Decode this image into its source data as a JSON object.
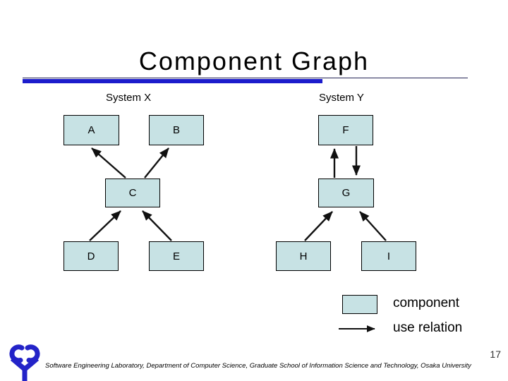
{
  "slide": {
    "title": "Component Graph",
    "page_number": "17",
    "footer": "Software Engineering Laboratory, Department of Computer Science, Graduate School of Information Science and Technology, Osaka University"
  },
  "colors": {
    "component_fill": "#c7e2e4",
    "accent_blue": "#1c1ccc",
    "rule_navy": "#222255",
    "arrow_color": "#111111",
    "logo_blue": "#2323c8"
  },
  "diagram": {
    "systems": [
      {
        "label": "System X"
      },
      {
        "label": "System Y"
      }
    ],
    "nodes": [
      {
        "id": "A",
        "label": "A",
        "system": "System X"
      },
      {
        "id": "B",
        "label": "B",
        "system": "System X"
      },
      {
        "id": "C",
        "label": "C",
        "system": "System X"
      },
      {
        "id": "D",
        "label": "D",
        "system": "System X"
      },
      {
        "id": "E",
        "label": "E",
        "system": "System X"
      },
      {
        "id": "F",
        "label": "F",
        "system": "System Y"
      },
      {
        "id": "G",
        "label": "G",
        "system": "System Y"
      },
      {
        "id": "H",
        "label": "H",
        "system": "System Y"
      },
      {
        "id": "I",
        "label": "I",
        "system": "System Y"
      }
    ],
    "edges": [
      {
        "from": "C",
        "to": "A"
      },
      {
        "from": "C",
        "to": "B"
      },
      {
        "from": "D",
        "to": "C"
      },
      {
        "from": "E",
        "to": "C"
      },
      {
        "from": "G",
        "to": "F"
      },
      {
        "from": "F",
        "to": "G"
      },
      {
        "from": "H",
        "to": "G"
      },
      {
        "from": "I",
        "to": "G"
      }
    ]
  },
  "legend": {
    "component_label": "component",
    "use_relation_label": "use relation"
  }
}
